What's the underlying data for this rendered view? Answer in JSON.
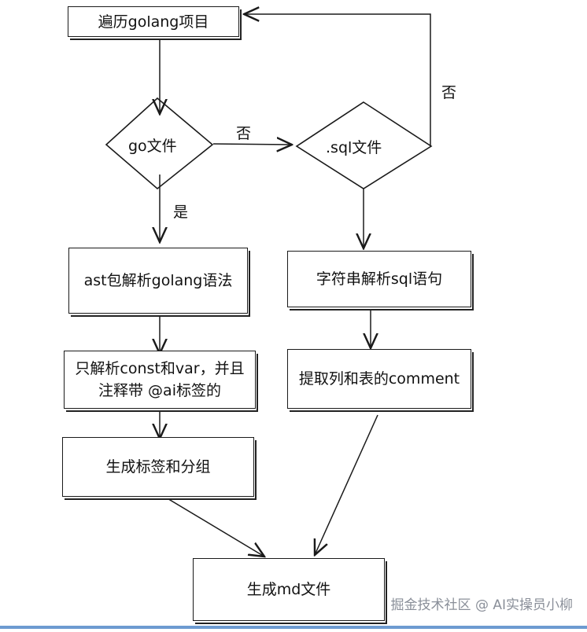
{
  "nodes": {
    "start": "遍历golang项目",
    "is_go": "go文件",
    "is_sql": ".sql文件",
    "ast_parse": "ast包解析golang语法",
    "str_parse": "字符串解析sql语句",
    "parse_consts": "只解析const和var，并且注释带 @ai标签的",
    "extract_comment": "提取列和表的comment",
    "gen_tags": "生成标签和分组",
    "gen_md": "生成md文件"
  },
  "edges": {
    "yes": "是",
    "no_go": "否",
    "no_sql": "否"
  },
  "watermark": "掘金技术社区 @ AI实操员小柳"
}
